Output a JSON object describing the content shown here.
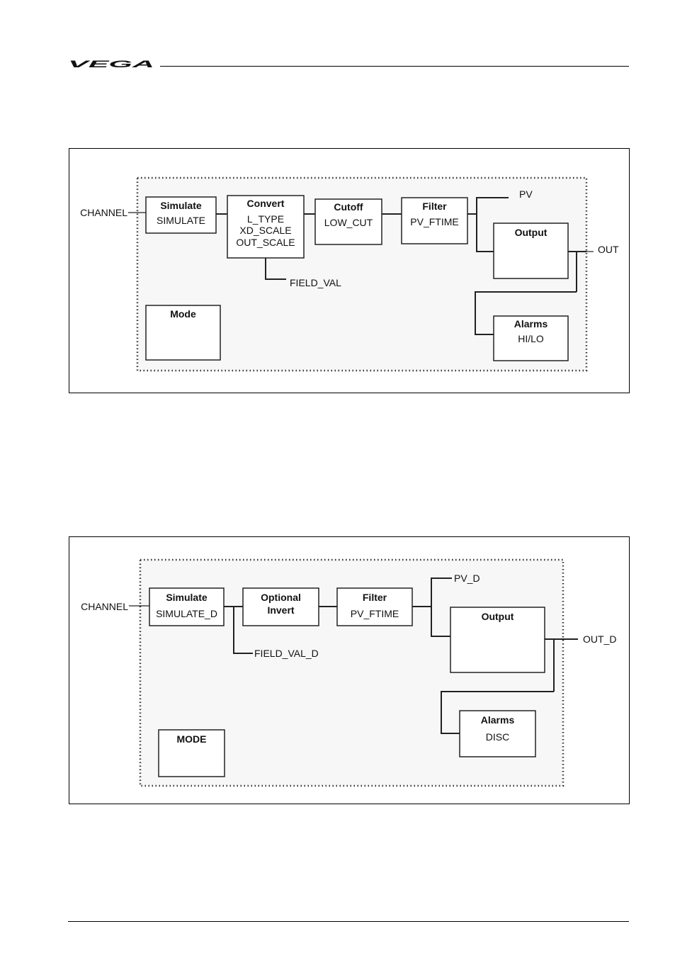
{
  "header": {
    "logo_text": "VEGA",
    "logo_color": "#f5dc00"
  },
  "diagram1": {
    "input_label": "CHANNEL",
    "simulate": {
      "title": "Simulate",
      "param": "SIMULATE"
    },
    "convert": {
      "title": "Convert",
      "params": [
        "L_TYPE",
        "XD_SCALE",
        "OUT_SCALE"
      ]
    },
    "cutoff": {
      "title": "Cutoff",
      "param": "LOW_CUT"
    },
    "filter": {
      "title": "Filter",
      "param": "PV_FTIME"
    },
    "output": {
      "title": "Output"
    },
    "alarms": {
      "title": "Alarms",
      "param": "HI/LO"
    },
    "mode": {
      "title": "Mode"
    },
    "pv_label": "PV",
    "out_label": "OUT",
    "field_val_label": "FIELD_VAL"
  },
  "diagram2": {
    "input_label": "CHANNEL",
    "simulate": {
      "title": "Simulate",
      "param": "SIMULATE_D"
    },
    "invert": {
      "title_line1": "Optional",
      "title_line2": "Invert"
    },
    "filter": {
      "title": "Filter",
      "param": "PV_FTIME"
    },
    "output": {
      "title": "Output"
    },
    "alarms": {
      "title": "Alarms",
      "param": "DISC"
    },
    "mode": {
      "title": "MODE"
    },
    "pv_label": "PV_D",
    "out_label": "OUT_D",
    "field_val_label": "FIELD_VAL_D"
  }
}
